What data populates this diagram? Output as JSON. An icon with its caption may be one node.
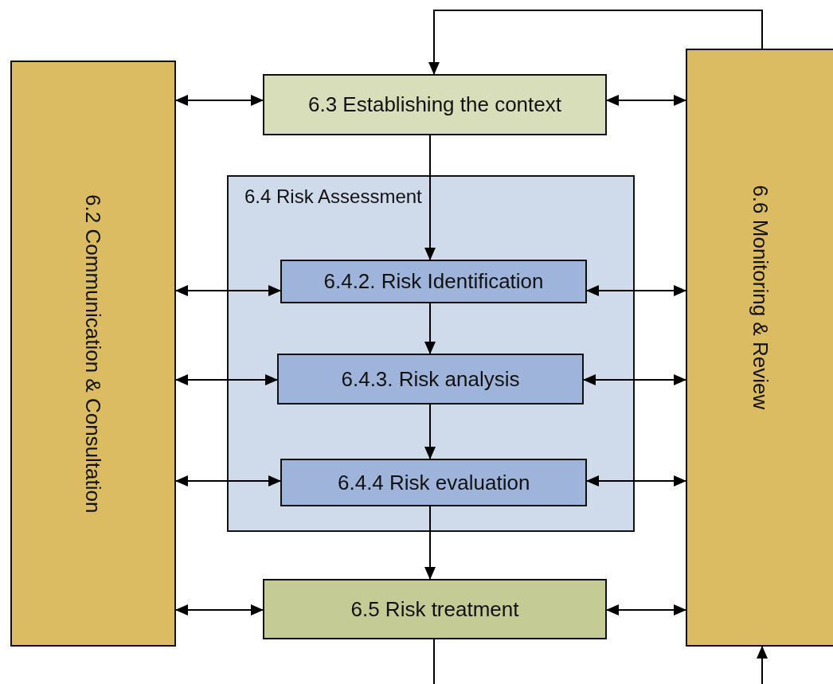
{
  "diagram": {
    "nodes": [
      {
        "text": [
          "6.2 Communication & Consultation"
        ]
      },
      {
        "text": [
          "6.3 Establishing the context"
        ]
      },
      {
        "text": [
          "6.4 Risk Assessment"
        ]
      },
      {
        "text": [
          "6.4.2. Risk Identification"
        ],
        "in": 2
      },
      {
        "text": [
          "6.4.3. Risk analysis"
        ],
        "in": 2
      },
      {
        "text": [
          "6.4.4 Risk evaluation"
        ],
        "in": 2
      },
      {
        "text": [
          "6.5 Risk treatment"
        ]
      },
      {
        "text": [
          "6.6 Monitoring & Review"
        ]
      }
    ],
    "edges": [
      {
        "from": 0,
        "to": 1,
        "arrow": "both"
      },
      {
        "from": 1,
        "to": 7,
        "arrow": "both"
      },
      {
        "from": 0,
        "to": 3,
        "arrow": "both"
      },
      {
        "from": 3,
        "to": 7,
        "arrow": "both"
      },
      {
        "from": 0,
        "to": 4,
        "arrow": "both"
      },
      {
        "from": 4,
        "to": 7,
        "arrow": "both"
      },
      {
        "from": 0,
        "to": 5,
        "arrow": "both"
      },
      {
        "from": 5,
        "to": 7,
        "arrow": "both"
      },
      {
        "from": 0,
        "to": 6,
        "arrow": "both"
      },
      {
        "from": 6,
        "to": 7,
        "arrow": "both"
      },
      {
        "from": 1,
        "to": 3,
        "arrow": "to"
      },
      {
        "from": 3,
        "to": 4,
        "arrow": "to"
      },
      {
        "from": 4,
        "to": 5,
        "arrow": "to"
      },
      {
        "from": 5,
        "to": 6,
        "arrow": "to"
      },
      {
        "from": 7,
        "to": 1,
        "arrow": "to"
      },
      {
        "from": 6,
        "to": null,
        "arrow": "none"
      },
      {
        "from": null,
        "to": 7,
        "arrow": "to"
      }
    ]
  }
}
